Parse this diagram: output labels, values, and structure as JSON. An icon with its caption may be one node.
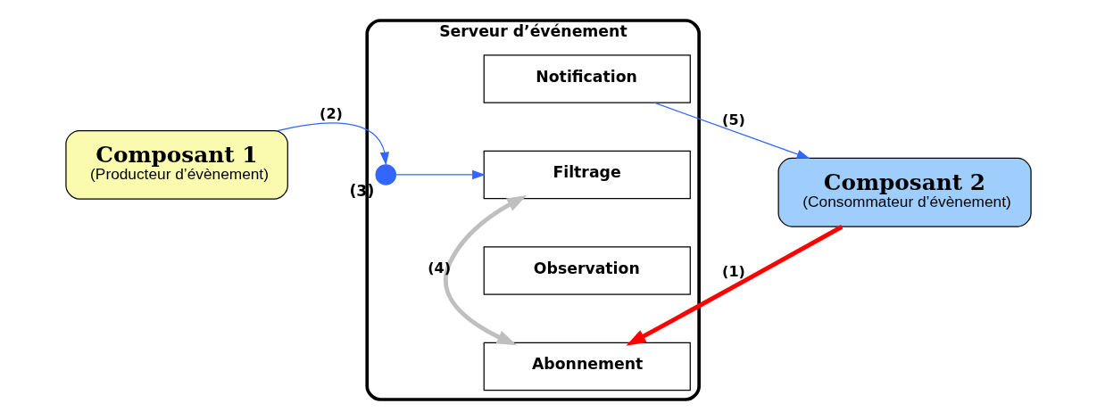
{
  "diagram": {
    "nodes": [
      {
        "text": [
          "Composant 1",
          "(Producteur d’évènement)"
        ]
      },
      {
        "text": [
          "Serveur d’événement"
        ]
      },
      {
        "text": [
          "Abonnement"
        ],
        "in": 1
      },
      {
        "text": [
          "Observation"
        ],
        "in": 1
      },
      {
        "text": [
          "Filtrage"
        ],
        "in": 1
      },
      {
        "text": [
          "Notification"
        ],
        "in": 1
      },
      {
        "text": [],
        "shape": "circle",
        "in": 1,
        "beside": [
          "(3)"
        ]
      },
      {
        "text": [
          "Composant 2",
          "(Consommateur d’évènement)"
        ]
      }
    ],
    "edges": [
      {
        "from": 7,
        "to": 2,
        "arrow": "to",
        "label": "(1)",
        "color": "#ff0000",
        "style": "thick"
      },
      {
        "from": 0,
        "to": 6,
        "arrow": "to",
        "label": "(2)"
      },
      {
        "from": 6,
        "to": 4,
        "arrow": "to"
      },
      {
        "from": 2,
        "to": 4,
        "arrow": "both",
        "label": "(4)",
        "style": "thick",
        "color": "#bfbfbf"
      },
      {
        "from": 5,
        "to": 7,
        "arrow": "to",
        "label": "(5)"
      }
    ]
  }
}
